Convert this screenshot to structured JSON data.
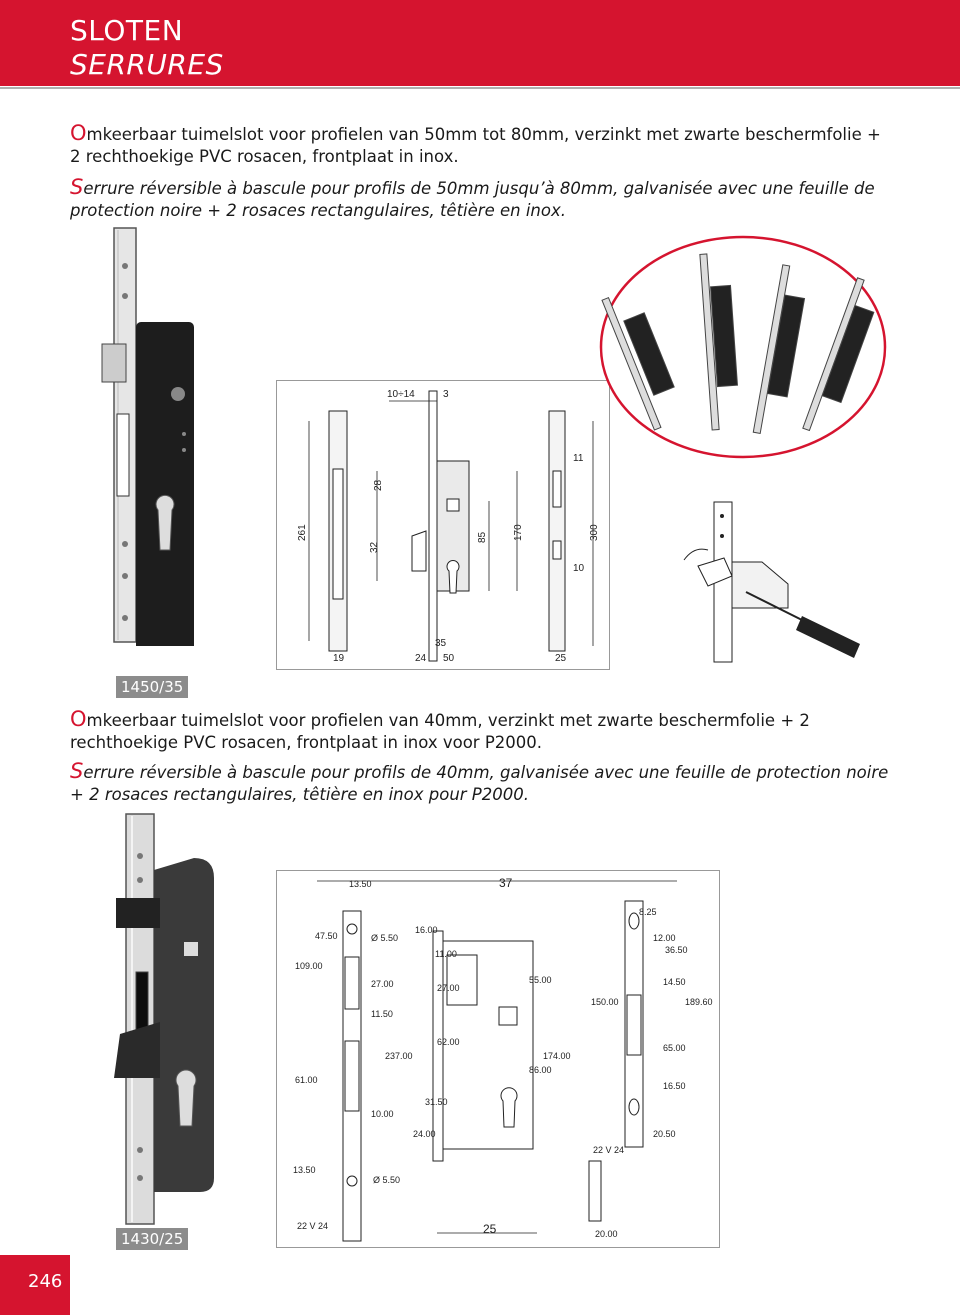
{
  "header": {
    "title_nl": "SLOTEN",
    "title_fr": "SERRURES"
  },
  "section1": {
    "nl_first": "O",
    "nl_rest": "mkeerbaar tuimelslot voor profielen van 50mm tot 80mm, verzinkt met zwarte beschermfolie + 2 rechthoekige PVC rosacen, frontplaat in inox.",
    "fr_first": "S",
    "fr_rest": "errure réversible à bascule pour profils de 50mm jusqu’à 80mm, galvanisée avec une feuille de protection noire + 2 rosaces rectangulaires, têtière en inox.",
    "code": "1450/35",
    "drawing_dims": [
      "10÷14",
      "3",
      "11",
      "28",
      "261",
      "32",
      "85",
      "170",
      "300",
      "10",
      "35",
      "19",
      "24",
      "50",
      "25"
    ]
  },
  "section2": {
    "nl_first": "O",
    "nl_rest": "mkeerbaar tuimelslot voor profielen van 40mm, verzinkt met zwarte beschermfolie + 2 rechthoekige PVC rosacen, frontplaat in inox voor P2000.",
    "fr_first": "S",
    "fr_rest": "errure réversible à bascule pour profils de 40mm, galvanisée avec une feuille de protection noire + 2 rosaces rectangulaires, têtière en inox pour P2000.",
    "code": "1430/25",
    "drawing_dims": [
      "13.50",
      "37",
      "8.25",
      "47.50",
      "Ø 5.50",
      "16.00",
      "12.00",
      "11.00",
      "36.50",
      "109.00",
      "55.00",
      "14.50",
      "27.00",
      "27.00",
      "150.00",
      "189.60",
      "11.50",
      "62.00",
      "237.00",
      "65.00",
      "174.00",
      "86.00",
      "16.50",
      "61.00",
      "31.50",
      "10.00",
      "24.00",
      "20.50",
      "22 V 24",
      "13.50",
      "Ø 5.50",
      "22 V 24",
      "25",
      "20.00"
    ]
  },
  "page_number": "246",
  "colors": {
    "accent": "#d5142f",
    "badge": "#8c8c8c"
  }
}
